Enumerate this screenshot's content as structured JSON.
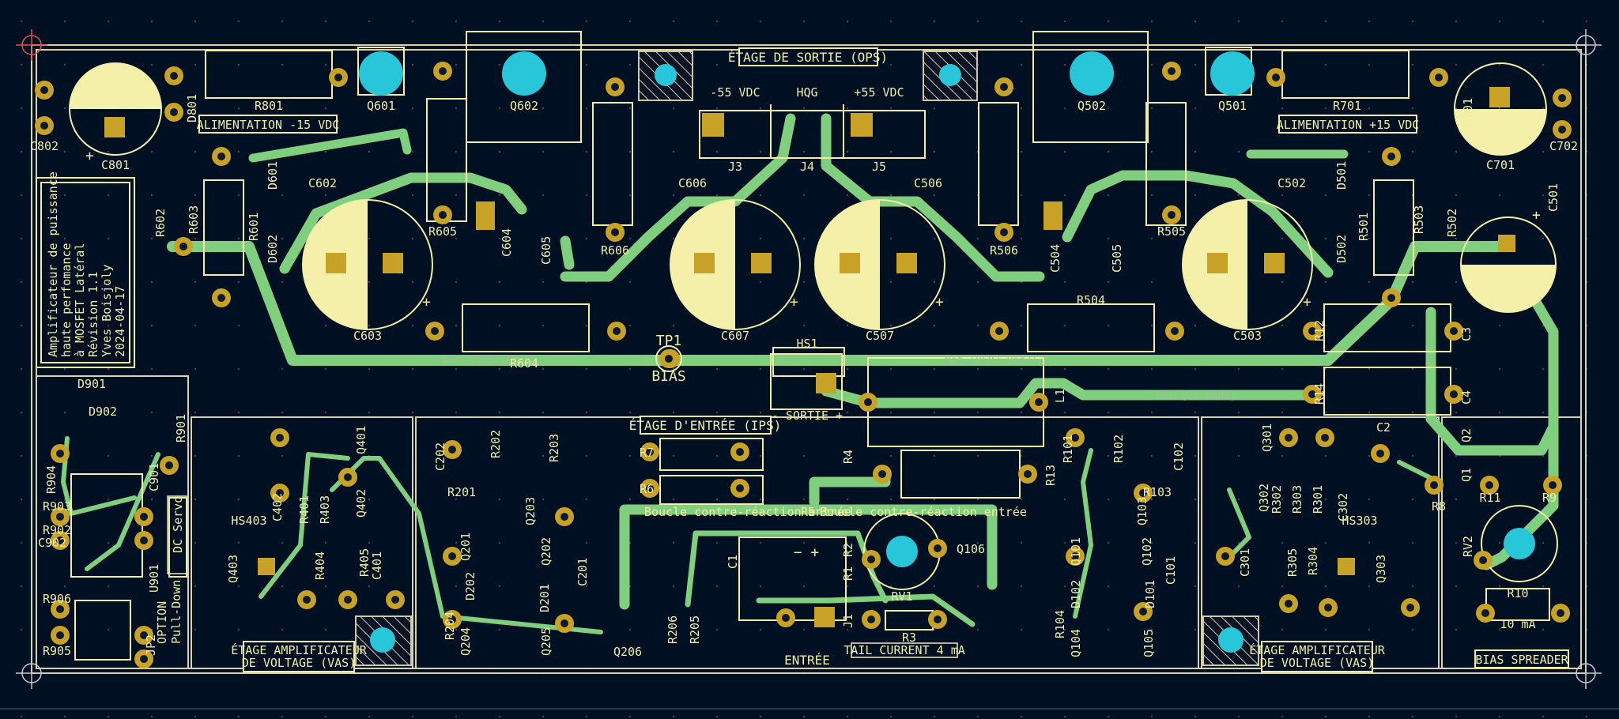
{
  "sections": {
    "ops": "ÉTAGE DE SORTIE (OPS)",
    "psu_neg": "ALIMENTATION -15 VDC",
    "psu_pos": "ALIMENTATION +15 VDC",
    "ips": "ÉTAGE D'ENTRÉE (IPS)",
    "vas_left_1": "ÉTAGE AMPLIFICATEUR",
    "vas_left_2": "DE VOLTAGE (VAS)",
    "vas_right_1": "ÉTAGE AMPLIFICATEUR",
    "vas_right_2": "DE VOLTAGE (VAS)",
    "bias_spreader": "BIAS SPREADER",
    "tail_current": "TAIL CURRENT 4 mA",
    "dc_servo": "DC Servo",
    "jp2_option_1": "OPTION",
    "jp2_option_2": "Pull-Down",
    "sortie": "- SORTIE +",
    "entree": "ENTRÉE",
    "entree_pm": "−   +",
    "feedback_left": "Boucle contre-réaction entrée",
    "feedback_right": "Boucle contre-réaction entrée",
    "ma10": "10 mA"
  },
  "connectors": {
    "neg55": "-55 VDC",
    "hqg": "HQG",
    "pos55": "+55 VDC",
    "j3": "J3",
    "j4": "J4",
    "j5": "J5"
  },
  "info_block": [
    "Amplificateur de puissance",
    "haute perfomance",
    "à MOSFET Latéral",
    "Révision 1.1",
    "Yves Boisjoly",
    "2024-04-17"
  ],
  "nets": {
    "r502_left": "Net-(R502-Pad2)",
    "r502_right": "Net-(R502-Pad2)",
    "j2_pad1": "Net-(J2-Pad1)"
  },
  "testpoint": {
    "name": "TP1",
    "label": "BIAS"
  },
  "refs": {
    "r801": "R801",
    "q601": "Q601",
    "q602": "Q602",
    "q502": "Q502",
    "q501": "Q501",
    "r701": "R701",
    "c801": "C801",
    "c802": "C802",
    "d801": "D801",
    "c701": "C701",
    "c702": "C702",
    "d701": "D701",
    "c603": "C603",
    "c607": "C607",
    "c507": "C507",
    "c503": "C503",
    "c501": "C501",
    "r602": "R602",
    "r603": "R603",
    "r601": "R601",
    "d601": "D601",
    "d602": "D602",
    "c602": "C602",
    "r605": "R605",
    "c604": "C604",
    "c605": "C605",
    "c606": "C606",
    "r606": "R606",
    "r604": "R604",
    "c506": "C506",
    "r506": "R506",
    "c504": "C504",
    "c505": "C505",
    "r504": "R504",
    "r505": "R505",
    "c502": "C502",
    "d501": "D501",
    "d502": "D502",
    "r501": "R501",
    "r503": "R503",
    "r502": "R502",
    "r12": "R12",
    "c3": "C3",
    "c4": "C4",
    "r14": "R14",
    "l1": "L1",
    "r13": "R13",
    "hs1": "HS1",
    "d901": "D901",
    "d902": "D902",
    "r904": "R904",
    "r901": "R901",
    "r903": "R903",
    "c901": "C901",
    "r902": "R902",
    "c902": "C902",
    "u901": "U901",
    "r906": "R906",
    "r905": "R905",
    "jp2": "JP2",
    "hs403": "HS403",
    "q403": "Q403",
    "c402": "C402",
    "r401": "R401",
    "r403": "R403",
    "q401": "Q401",
    "q402": "Q402",
    "r404": "R404",
    "r405": "R405",
    "c401": "C401",
    "c202": "C202",
    "r202": "R202",
    "r203": "R203",
    "r201": "R201",
    "q203": "Q203",
    "q201": "Q201",
    "q202": "Q202",
    "c201": "C201",
    "d202": "D202",
    "d201": "D201",
    "r204": "R204",
    "q204": "Q204",
    "q205": "Q205",
    "q206": "Q206",
    "r206": "R206",
    "r205": "R205",
    "r7": "R7",
    "r6": "R6",
    "r4": "R4",
    "r5": "R5",
    "c1": "C1",
    "r2": "R2",
    "r1": "R1",
    "rv1": "RV1",
    "r3": "R3",
    "j1": "J1",
    "q106": "Q106",
    "r101": "R101",
    "r102": "R102",
    "c102": "C102",
    "r103": "R103",
    "q103": "Q103",
    "q101": "Q101",
    "q102": "Q102",
    "c101": "C101",
    "d102": "D102",
    "d101": "D101",
    "r104": "R104",
    "q104": "Q104",
    "q105": "Q105",
    "q301": "Q301",
    "q302": "Q302",
    "r302": "R302",
    "r303": "R303",
    "r301": "R301",
    "c302": "C302",
    "c301": "C301",
    "r305": "R305",
    "r304": "R304",
    "q303": "Q303",
    "hs303": "HS303",
    "c2": "C2",
    "q2": "Q2",
    "q1": "Q1",
    "r8": "R8",
    "r11": "R11",
    "r9": "R9",
    "rv2": "RV2",
    "r10": "R10"
  },
  "colors": {
    "background": "#001023",
    "board_outline": "#d8d2a4",
    "silkscreen": "#f2eda1",
    "copper_trace": "#7fcf7f",
    "pad": "#c8a227",
    "via_hole": "#27c6d8",
    "pad_fill": "#f4efa9"
  }
}
